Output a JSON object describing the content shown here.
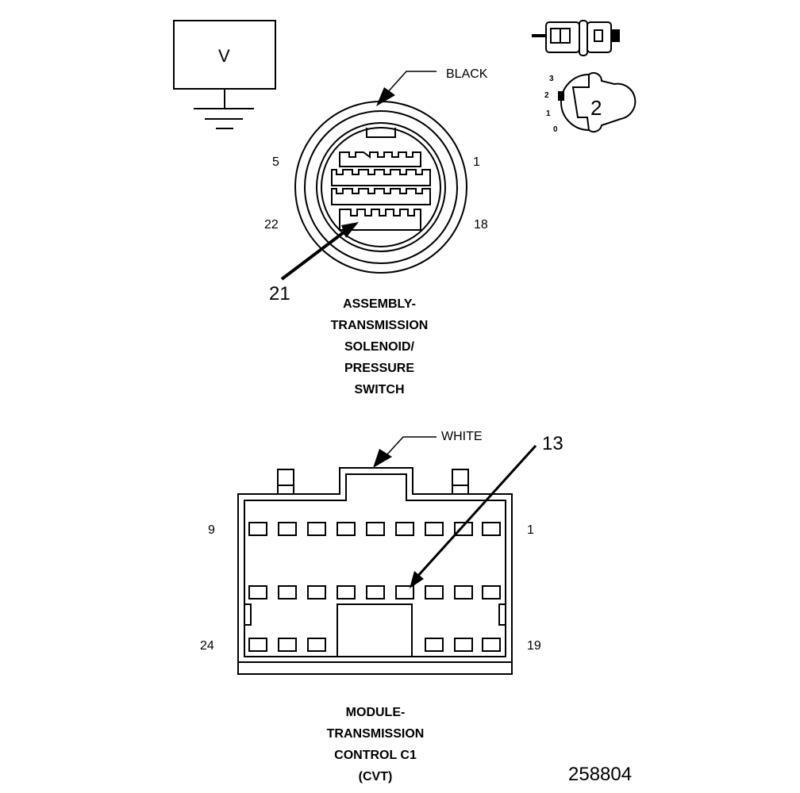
{
  "meter": {
    "label": "V"
  },
  "key_switch": {
    "positions": [
      "3",
      "2",
      "1",
      "0"
    ],
    "selected": "2"
  },
  "connector_top": {
    "color_label": "BLACK",
    "pins": {
      "top_left": "5",
      "top_right": "1",
      "bottom_left": "22",
      "bottom_right": "18"
    },
    "callout": "21",
    "caption": [
      "ASSEMBLY-",
      "TRANSMISSION",
      "SOLENOID/",
      "PRESSURE",
      "SWITCH"
    ]
  },
  "connector_bottom": {
    "color_label": "WHITE",
    "pins": {
      "top_left": "9",
      "top_right": "1",
      "bottom_left": "24",
      "bottom_right": "19"
    },
    "callout": "13",
    "caption": [
      "MODULE-",
      "TRANSMISSION",
      "CONTROL C1",
      "(CVT)"
    ]
  },
  "figure_number": "258804"
}
